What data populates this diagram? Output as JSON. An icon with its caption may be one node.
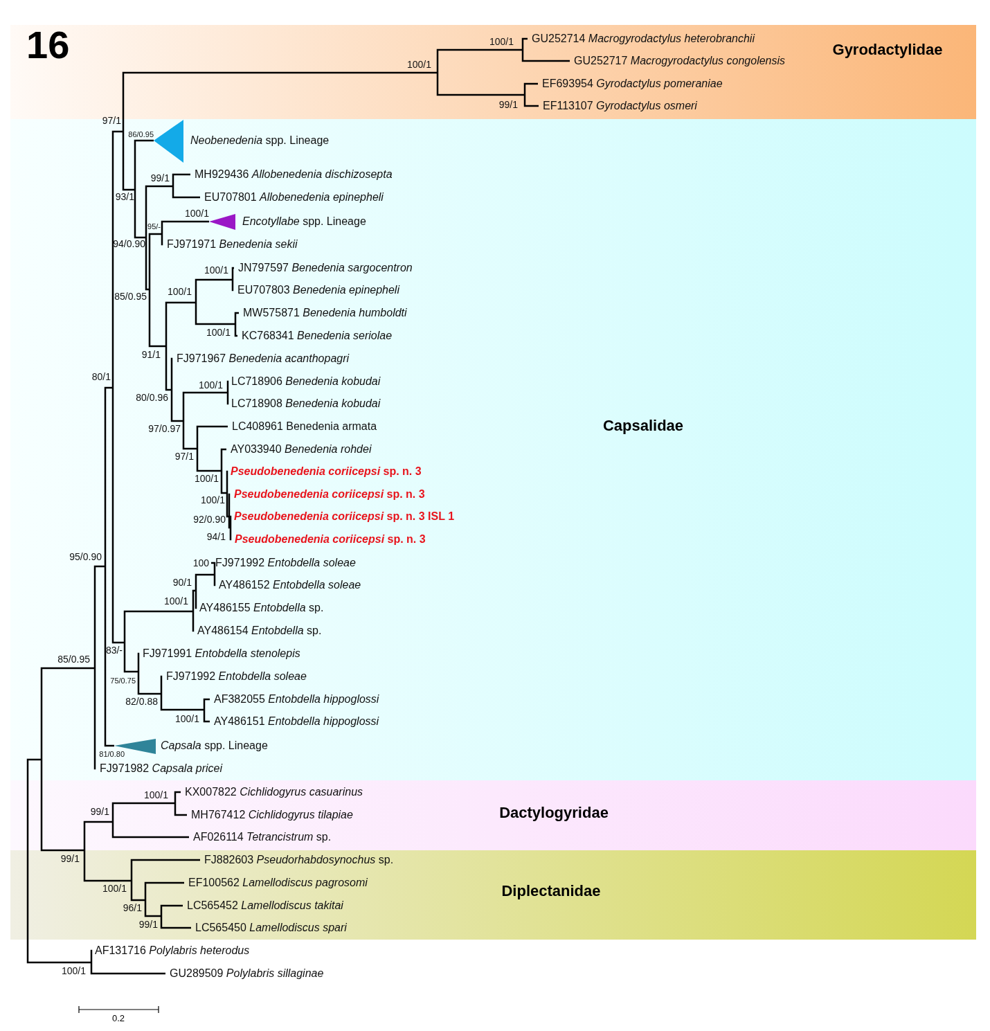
{
  "diagram": {
    "nodes": [
      {
        "text": [
          "Gyrodactylidae"
        ]
      },
      {
        "text": [
          "Capsalidae"
        ]
      },
      {
        "text": [
          "Dactylogyridae"
        ]
      },
      {
        "text": [
          "Diplectanidae"
        ]
      }
    ],
    "labels": [
      "16",
      "100/1",
      "100/1",
      "99/1",
      "97/1",
      "86/0.95",
      "99/1",
      "93/1",
      "100/1",
      "95/-",
      "94/0.90",
      "100/1",
      "100/1",
      "85/0.95",
      "100/1",
      "91/1",
      "80/1",
      "100/1",
      "80/0.96",
      "97/0.97",
      "97/1",
      "100/1",
      "100/1",
      "92/0.90",
      "94/1",
      "100",
      "95/0.90",
      "90/1",
      "100/1",
      "83/-",
      "85/0.95",
      "75/0.75",
      "82/0.88",
      "100/1",
      "81/0.80",
      "100/1",
      "99/1",
      "99/1",
      "100/1",
      "96/1",
      "99/1",
      "100/1",
      "GU252714 *Macrogyrodactylus heterobranchii*",
      "GU252717 *Macrogyrodactylus congolensis*",
      "EF693954 *Gyrodactylus pomeraniae*",
      "EF113107 *Gyrodactylus osmeri*",
      "*Neobenedenia* spp. Lineage",
      "MH929436 *Allobenedenia dischizosepta*",
      "EU707801 *Allobenedenia epinepheli*",
      "*Encotyllabe* spp. Lineage",
      "FJ971971 *Benedenia sekii*",
      "JN797597 *Benedenia sargocentron*",
      "EU707803 *Benedenia epinepheli*",
      "MW575871 *Benedenia humboldti*",
      "KC768341 *Benedenia seriolae*",
      "FJ971967 *Benedenia acanthopagri*",
      "LC718906 *Benedenia kobudai*",
      "LC718908 *Benedenia kobudai*",
      "LC408961 Benedenia armata",
      "AY033940 *Benedenia rohdei*",
      "*Pseudobenedenia coriicepsi* sp. n. 3",
      "*Pseudobenedenia coriicepsi* sp. n. 3",
      "*Pseudobenedenia coriicepsi* sp. n. 3 ISL 1",
      "*Pseudobenedenia coriicepsi* sp. n. 3",
      "FJ971992 *Entobdella soleae*",
      "AY486152 *Entobdella soleae*",
      "AY486155 *Entobdella* sp.",
      "AY486154 *Entobdella* sp.",
      "FJ971991 *Entobdella stenolepis*",
      "FJ971992 *Entobdella soleae*",
      "AF382055 *Entobdella hippoglossi*",
      "AY486151 *Entobdella hippoglossi*",
      "*Capsala* spp. Lineage",
      "FJ971982 *Capsala pricei*",
      "KX007822 *Cichlidogyrus casuarinus*",
      "MH767412 *Cichlidogyrus tilapiae*",
      "AF026114 *Tetrancistrum* sp.",
      "FJ882603 *Pseudorhabdosynochus* sp.",
      "EF100562 *Lamellodiscus pagrosomi*",
      "LC565452 *Lamellodiscus takitai*",
      "LC565450 *Lamellodiscus spari*",
      "AF131716 *Polylabris heterodus*",
      "GU289509 *Polylabris sillaginae*",
      "0.2"
    ]
  }
}
